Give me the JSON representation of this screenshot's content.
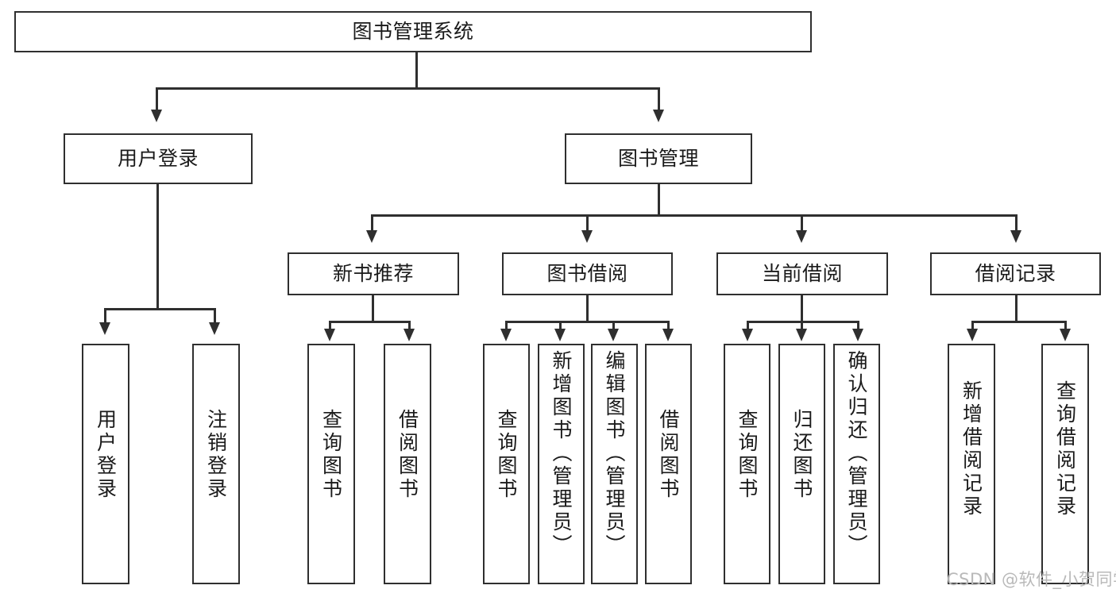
{
  "diagram": {
    "title": "图书管理系统",
    "type": "tree-hierarchy",
    "watermark": "CSDN @软件_小贺同学",
    "accent_color": "#2f2f2f",
    "background_color": "#ffffff",
    "nodes": {
      "root": {
        "label": "图书管理系统"
      },
      "level2": [
        {
          "id": "user-login",
          "label": "用户登录"
        },
        {
          "id": "book-manage",
          "label": "图书管理"
        }
      ],
      "level3": [
        {
          "id": "new-book-rec",
          "label": "新书推荐"
        },
        {
          "id": "book-borrow",
          "label": "图书借阅"
        },
        {
          "id": "current-borrow",
          "label": "当前借阅"
        },
        {
          "id": "borrow-record",
          "label": "借阅记录"
        }
      ],
      "leaves": [
        {
          "id": "leaf-user-login",
          "label": "用户登录",
          "parent": "user-login"
        },
        {
          "id": "leaf-user-logout",
          "label": "注销登录",
          "parent": "user-login"
        },
        {
          "id": "leaf-query-book-1",
          "label": "查询图书",
          "parent": "new-book-rec"
        },
        {
          "id": "leaf-borrow-book-1",
          "label": "借阅图书",
          "parent": "new-book-rec"
        },
        {
          "id": "leaf-query-book-2",
          "label": "查询图书",
          "parent": "book-borrow"
        },
        {
          "id": "leaf-add-book",
          "label": "新增图书（管理员）",
          "parent": "book-borrow"
        },
        {
          "id": "leaf-edit-book",
          "label": "编辑图书（管理员）",
          "parent": "book-borrow"
        },
        {
          "id": "leaf-borrow-book-2",
          "label": "借阅图书",
          "parent": "book-borrow"
        },
        {
          "id": "leaf-query-book-3",
          "label": "查询图书",
          "parent": "current-borrow"
        },
        {
          "id": "leaf-return-book",
          "label": "归还图书",
          "parent": "current-borrow"
        },
        {
          "id": "leaf-confirm-return",
          "label": "确认归还（管理员）",
          "parent": "current-borrow"
        },
        {
          "id": "leaf-add-record",
          "label": "新增借阅记录",
          "parent": "borrow-record"
        },
        {
          "id": "leaf-query-record",
          "label": "查询借阅记录",
          "parent": "borrow-record"
        }
      ]
    }
  }
}
